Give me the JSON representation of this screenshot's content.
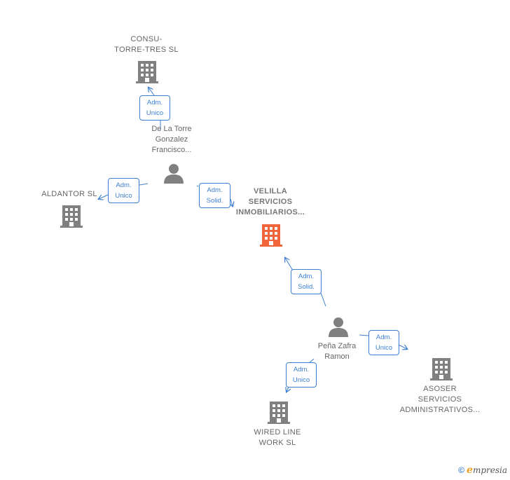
{
  "colors": {
    "company": "#808080",
    "main_company": "#f0643a",
    "person": "#808080",
    "relation": "#3d7fd0",
    "label": "#666666"
  },
  "nodes": {
    "consu": {
      "label": "CONSU-\nTORRE-TRES SL",
      "type": "company",
      "icon": "building-icon"
    },
    "aldantor": {
      "label": "ALDANTOR  SL",
      "type": "company",
      "icon": "building-icon"
    },
    "velilla": {
      "label": "VELILLA\nSERVICIOS\nINMOBILIARIOS...",
      "type": "main-company",
      "icon": "building-icon"
    },
    "asoser": {
      "label": "ASOSER\nSERVICIOS\nADMINISTRATIVOS...",
      "type": "company",
      "icon": "building-icon"
    },
    "wired": {
      "label": "WIRED LINE\nWORK  SL",
      "type": "company",
      "icon": "building-icon"
    },
    "delatorre": {
      "label": "De La Torre\nGonzalez\nFrancisco...",
      "type": "person",
      "icon": "person-icon"
    },
    "pena": {
      "label": "Peña Zafra\nRamon",
      "type": "person",
      "icon": "person-icon"
    }
  },
  "relations": {
    "r1": {
      "label": "Adm.\nUnico",
      "from": "delatorre",
      "to": "consu"
    },
    "r2": {
      "label": "Adm.\nUnico",
      "from": "delatorre",
      "to": "aldantor"
    },
    "r3": {
      "label": "Adm.\nSolid.",
      "from": "delatorre",
      "to": "velilla"
    },
    "r4": {
      "label": "Adm.\nSolid.",
      "from": "pena",
      "to": "velilla"
    },
    "r5": {
      "label": "Adm.\nUnico",
      "from": "pena",
      "to": "asoser"
    },
    "r6": {
      "label": "Adm.\nUnico",
      "from": "pena",
      "to": "wired"
    }
  },
  "watermark": {
    "symbol": "©",
    "brand_initial": "e",
    "brand_rest": "mpresia"
  }
}
